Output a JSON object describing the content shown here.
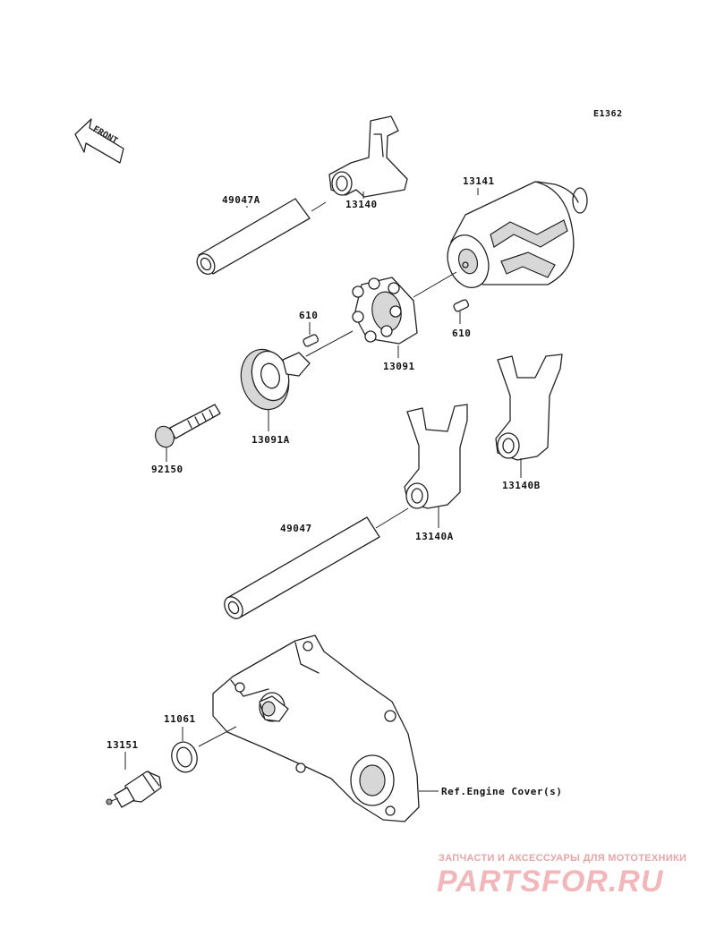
{
  "diagram_code": "E1362",
  "front_label": "FRONT",
  "parts": [
    {
      "id": "p-49047a",
      "label": "49047A"
    },
    {
      "id": "p-13140",
      "label": "13140"
    },
    {
      "id": "p-13141",
      "label": "13141"
    },
    {
      "id": "p-610a",
      "label": "610"
    },
    {
      "id": "p-610b",
      "label": "610"
    },
    {
      "id": "p-13091",
      "label": "13091"
    },
    {
      "id": "p-13091a",
      "label": "13091A"
    },
    {
      "id": "p-92150",
      "label": "92150"
    },
    {
      "id": "p-13140b",
      "label": "13140B"
    },
    {
      "id": "p-13140a",
      "label": "13140A"
    },
    {
      "id": "p-49047",
      "label": "49047"
    },
    {
      "id": "p-11061",
      "label": "11061"
    },
    {
      "id": "p-13151",
      "label": "13151"
    },
    {
      "id": "p-ref",
      "label": "Ref.Engine Cover(s)"
    }
  ],
  "watermark": {
    "tagline": "ЗАПЧАСТИ И АКСЕССУАРЫ ДЛЯ МОТОТЕХНИКИ",
    "logo": "PARTSFOR.RU",
    "color": "#f1b7ba"
  }
}
